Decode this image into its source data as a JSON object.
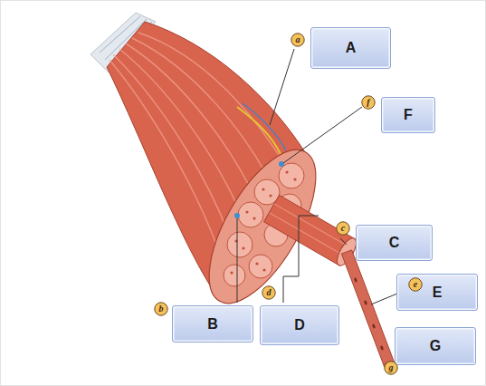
{
  "diagram": {
    "nodes": [
      {
        "text": [
          "a"
        ]
      },
      {
        "text": [
          "A"
        ]
      },
      {
        "text": [
          "f"
        ]
      },
      {
        "text": [
          "F"
        ]
      },
      {
        "text": [
          "c"
        ]
      },
      {
        "text": [
          "C"
        ]
      },
      {
        "text": [
          "e"
        ]
      },
      {
        "text": [
          "E"
        ]
      },
      {
        "text": [
          "b"
        ]
      },
      {
        "text": [
          "B"
        ]
      },
      {
        "text": [
          "d"
        ]
      },
      {
        "text": [
          "D"
        ]
      },
      {
        "text": [
          "g"
        ]
      },
      {
        "text": [
          "G"
        ]
      }
    ]
  }
}
